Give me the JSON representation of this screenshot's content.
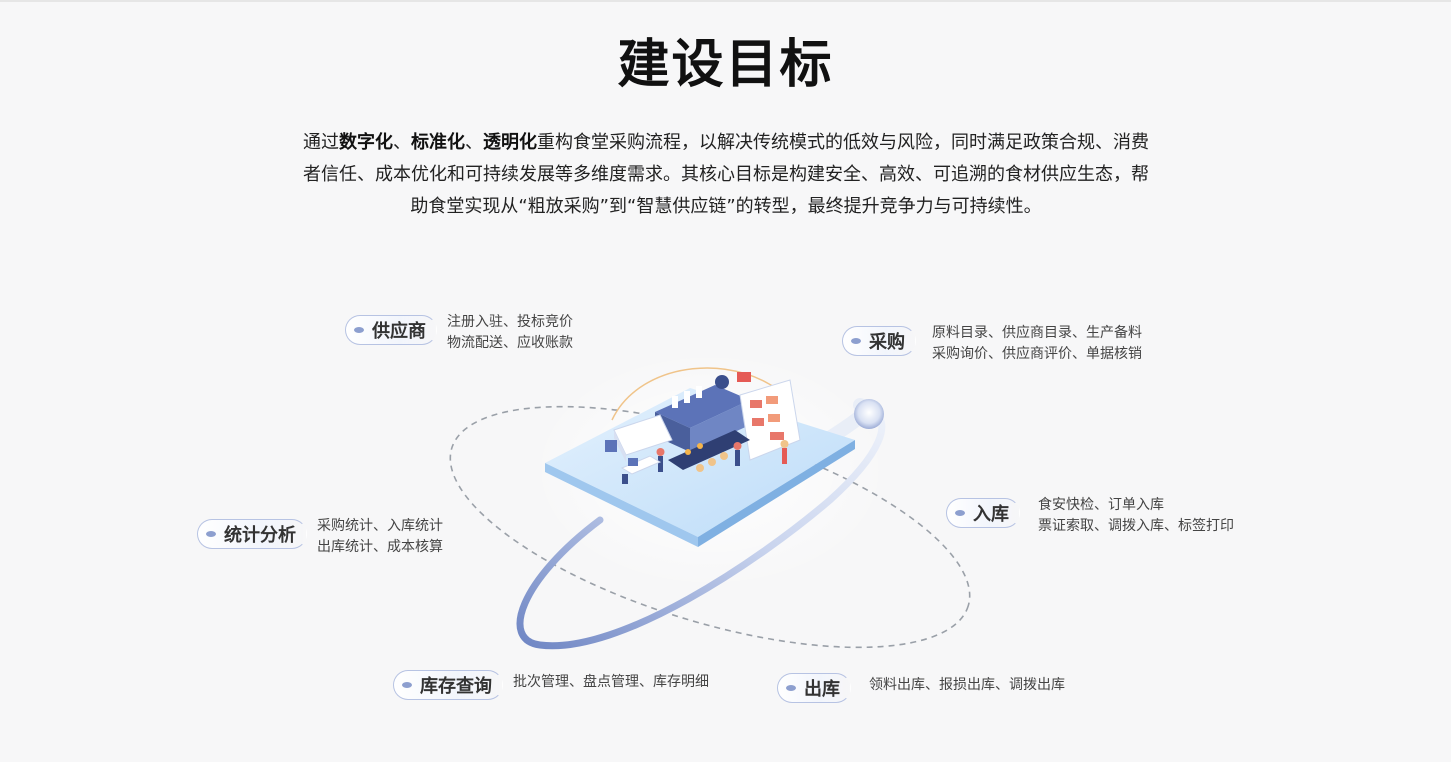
{
  "title": "建设目标",
  "intro": {
    "p1": "通过",
    "b1": "数字化",
    "s1": "、",
    "b2": "标准化",
    "s2": "、",
    "b3": "透明化",
    "p2": "重构食堂采购流程，以解决传统模式的低效与风险，同时满足政策合规、消费者信任、成本优化和可持续发展等多维度需求。其核心目标是构建安全、高效、可追溯的食材供应生态，帮助食堂实现从“粗放采购”到“智慧供应链”的转型，最终提升竞争力与可持续性。"
  },
  "nodes": {
    "supplier": {
      "label": "供应商",
      "line1": "注册入驻、投标竞价",
      "line2": "物流配送、应收账款"
    },
    "purchase": {
      "label": "采购",
      "line1": "原料目录、供应商目录、生产备料",
      "line2": "采购询价、供应商评价、单据核销"
    },
    "inbound": {
      "label": "入库",
      "line1": "食安快检、订单入库",
      "line2": "票证索取、调拨入库、标签打印"
    },
    "stats": {
      "label": "统计分析",
      "line1": "采购统计、入库统计",
      "line2": "出库统计、成本核算"
    },
    "inventory": {
      "label": "库存查询",
      "line1": "批次管理、盘点管理、库存明细"
    },
    "outbound": {
      "label": "出库",
      "line1": "领料出库、报损出库、调拨出库"
    }
  },
  "colors": {
    "accent": "#8d9fcf",
    "platform_top": "#cfe6fb",
    "platform_side": "#9fc7ee",
    "orbit": "#7e92c8"
  }
}
